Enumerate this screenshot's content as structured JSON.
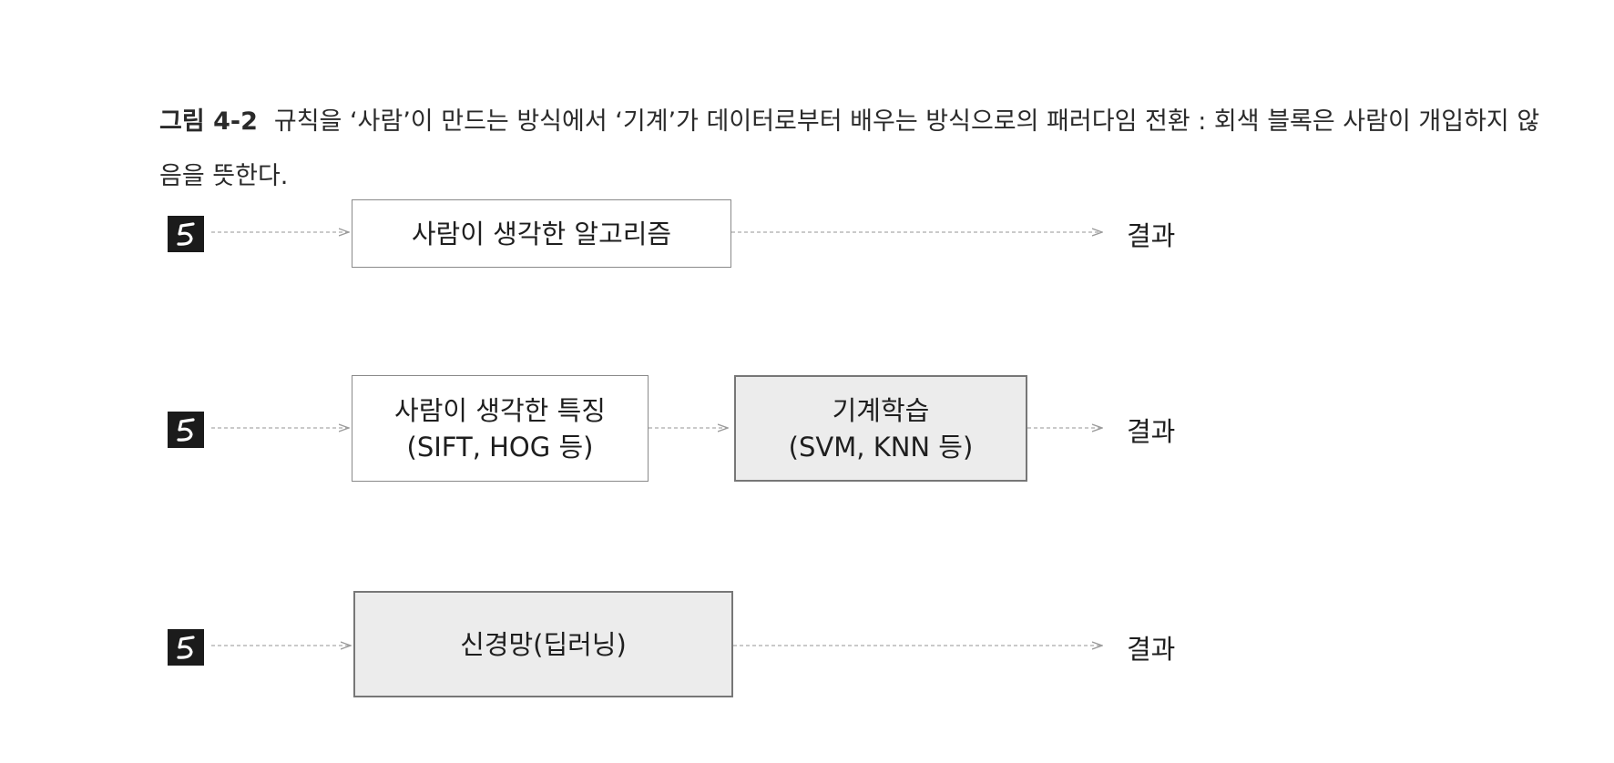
{
  "caption": {
    "label": "그림 4-2",
    "text": "규칙을 ‘사람’이 만드는 방식에서 ‘기계’가 데이터로부터 배우는 방식으로의 패러다임 전환 : 회색 블록은 사람이 개입하지 않음을 뜻한다."
  },
  "rows": [
    {
      "input_icon": "handwritten-digit-5-icon",
      "blocks": [
        {
          "lines": [
            "사람이 생각한 알고리즘"
          ],
          "gray": false
        }
      ],
      "output": "결과"
    },
    {
      "input_icon": "handwritten-digit-5-icon",
      "blocks": [
        {
          "lines": [
            "사람이 생각한 특징",
            "(SIFT, HOG 등)"
          ],
          "gray": false
        },
        {
          "lines": [
            "기계학습",
            "(SVM, KNN 등)"
          ],
          "gray": true
        }
      ],
      "output": "결과"
    },
    {
      "input_icon": "handwritten-digit-5-icon",
      "blocks": [
        {
          "lines": [
            "신경망(딥러닝)"
          ],
          "gray": true
        }
      ],
      "output": "결과"
    }
  ],
  "colors": {
    "gray_block": "#ececec",
    "arrow": "#aaaaaa",
    "digit_background": "#1b1b1b"
  }
}
